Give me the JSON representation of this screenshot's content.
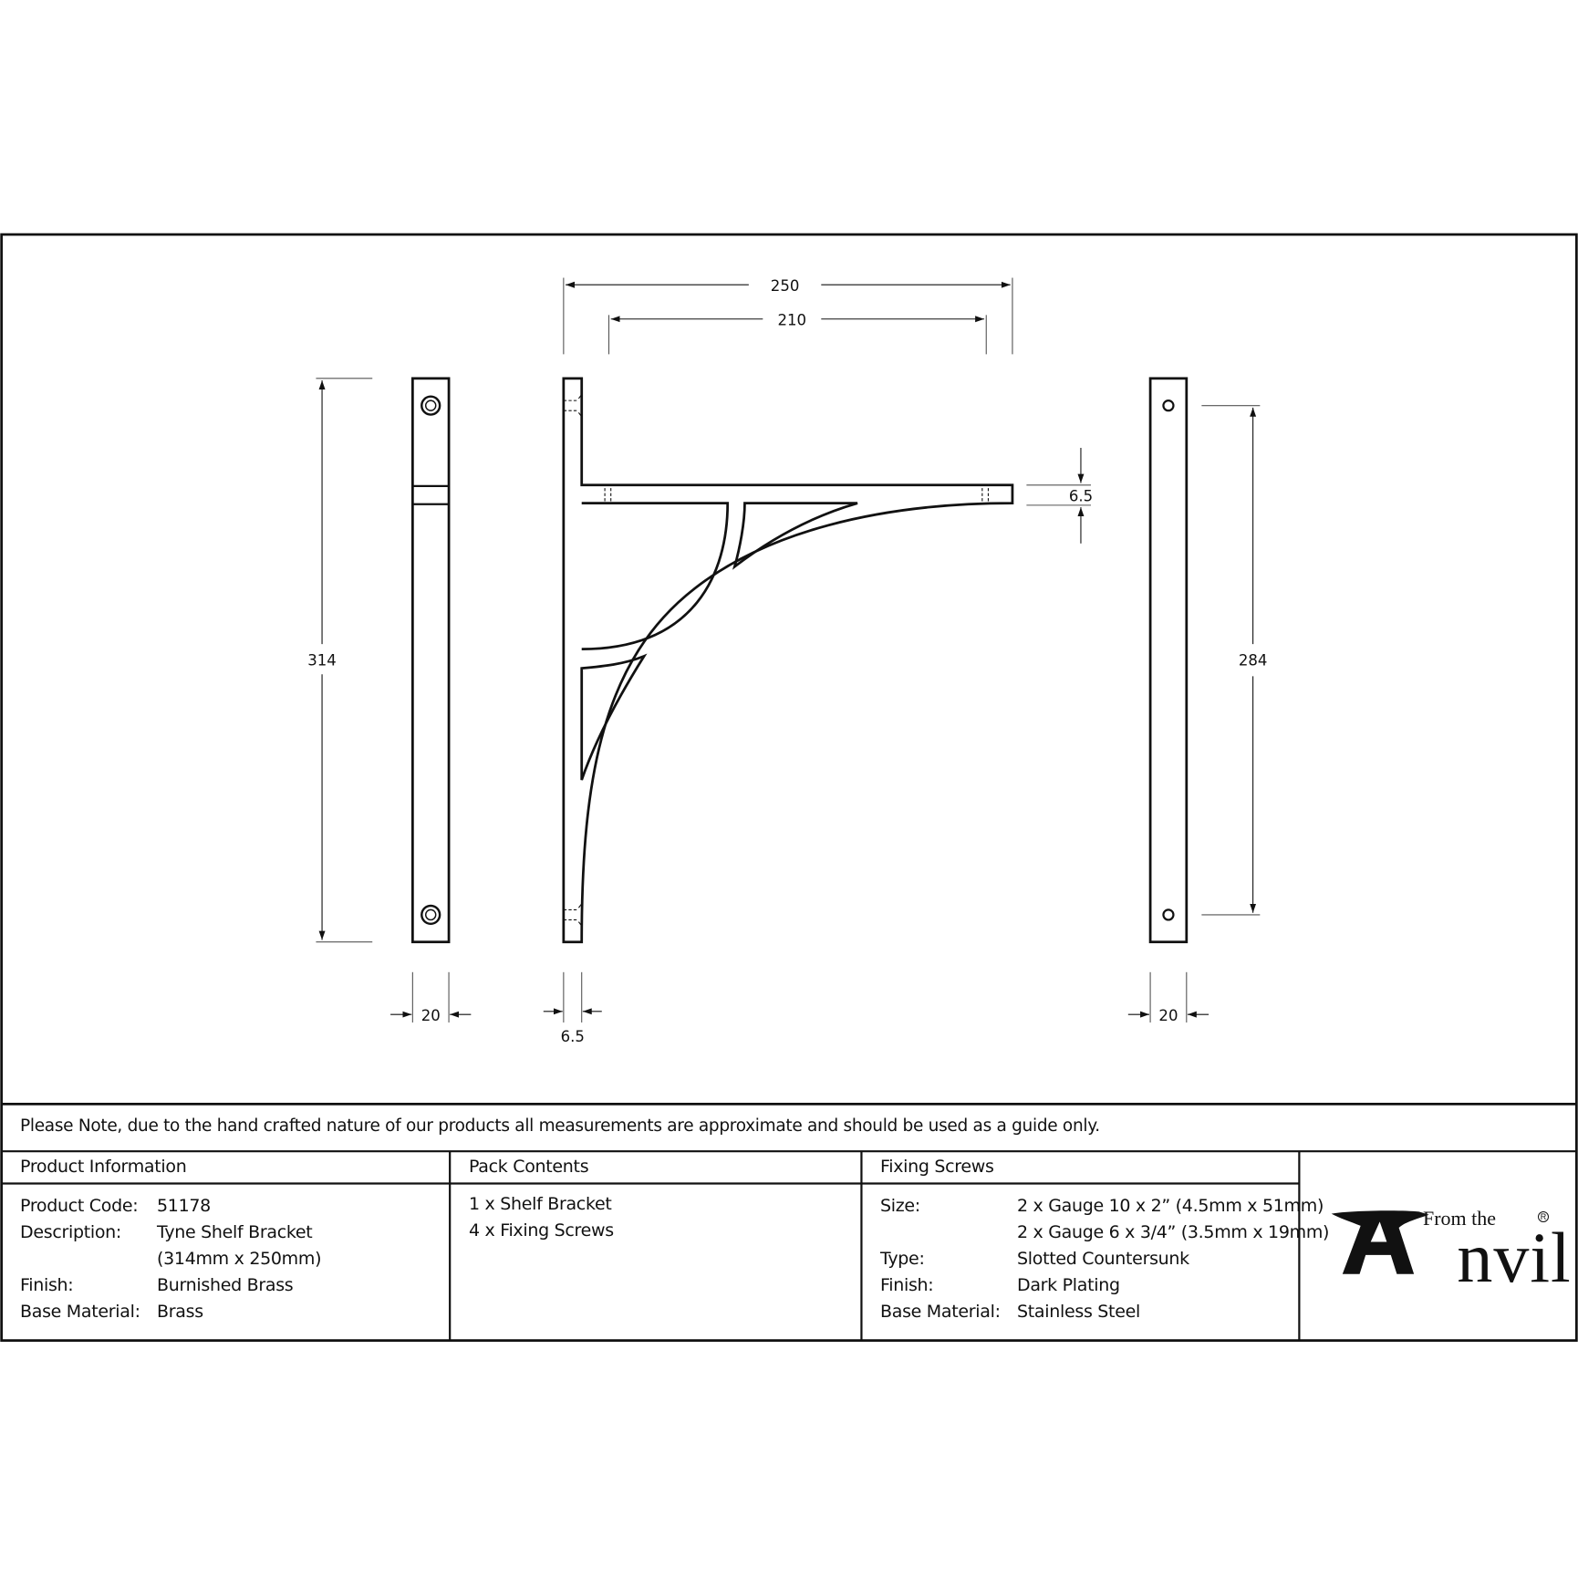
{
  "drawing": {
    "dimensions": {
      "overall_height": "314",
      "overall_width": "250",
      "hole_spacing_width": "210",
      "arm_thickness": "6.5",
      "hole_spacing_height": "284",
      "left_view_width": "20",
      "side_thickness": "6.5",
      "right_view_width": "20"
    },
    "views": [
      "front-view",
      "side-view",
      "back-view"
    ]
  },
  "note": "Please Note, due to the hand crafted nature of our products all measurements are approximate and should be used as a guide only.",
  "product_information": {
    "heading": "Product Information",
    "rows": [
      {
        "label": "Product Code:",
        "value": "51178"
      },
      {
        "label": "Description:",
        "value": "Tyne Shelf Bracket"
      },
      {
        "label": "",
        "value": "(314mm x 250mm)"
      },
      {
        "label": "Finish:",
        "value": "Burnished Brass"
      },
      {
        "label": "Base Material:",
        "value": "Brass"
      }
    ]
  },
  "pack_contents": {
    "heading": "Pack Contents",
    "items": [
      "1 x Shelf Bracket",
      "4 x Fixing Screws"
    ]
  },
  "fixing_screws": {
    "heading": "Fixing Screws",
    "rows": [
      {
        "label": "Size:",
        "value": "2 x Gauge 10 x 2” (4.5mm x 51mm)"
      },
      {
        "label": "",
        "value": "2 x Gauge 6 x 3/4” (3.5mm x 19mm)"
      },
      {
        "label": "Type:",
        "value": "Slotted Countersunk"
      },
      {
        "label": "Finish:",
        "value": "Dark Plating"
      },
      {
        "label": "Base Material:",
        "value": "Stainless Steel"
      }
    ]
  },
  "logo": {
    "tagline": "From the",
    "word": "Anvil",
    "registered": "R",
    "icon": "anvil-icon"
  },
  "colors": {
    "line": "#111111",
    "dim_line": "#555555",
    "background": "#ffffff"
  }
}
